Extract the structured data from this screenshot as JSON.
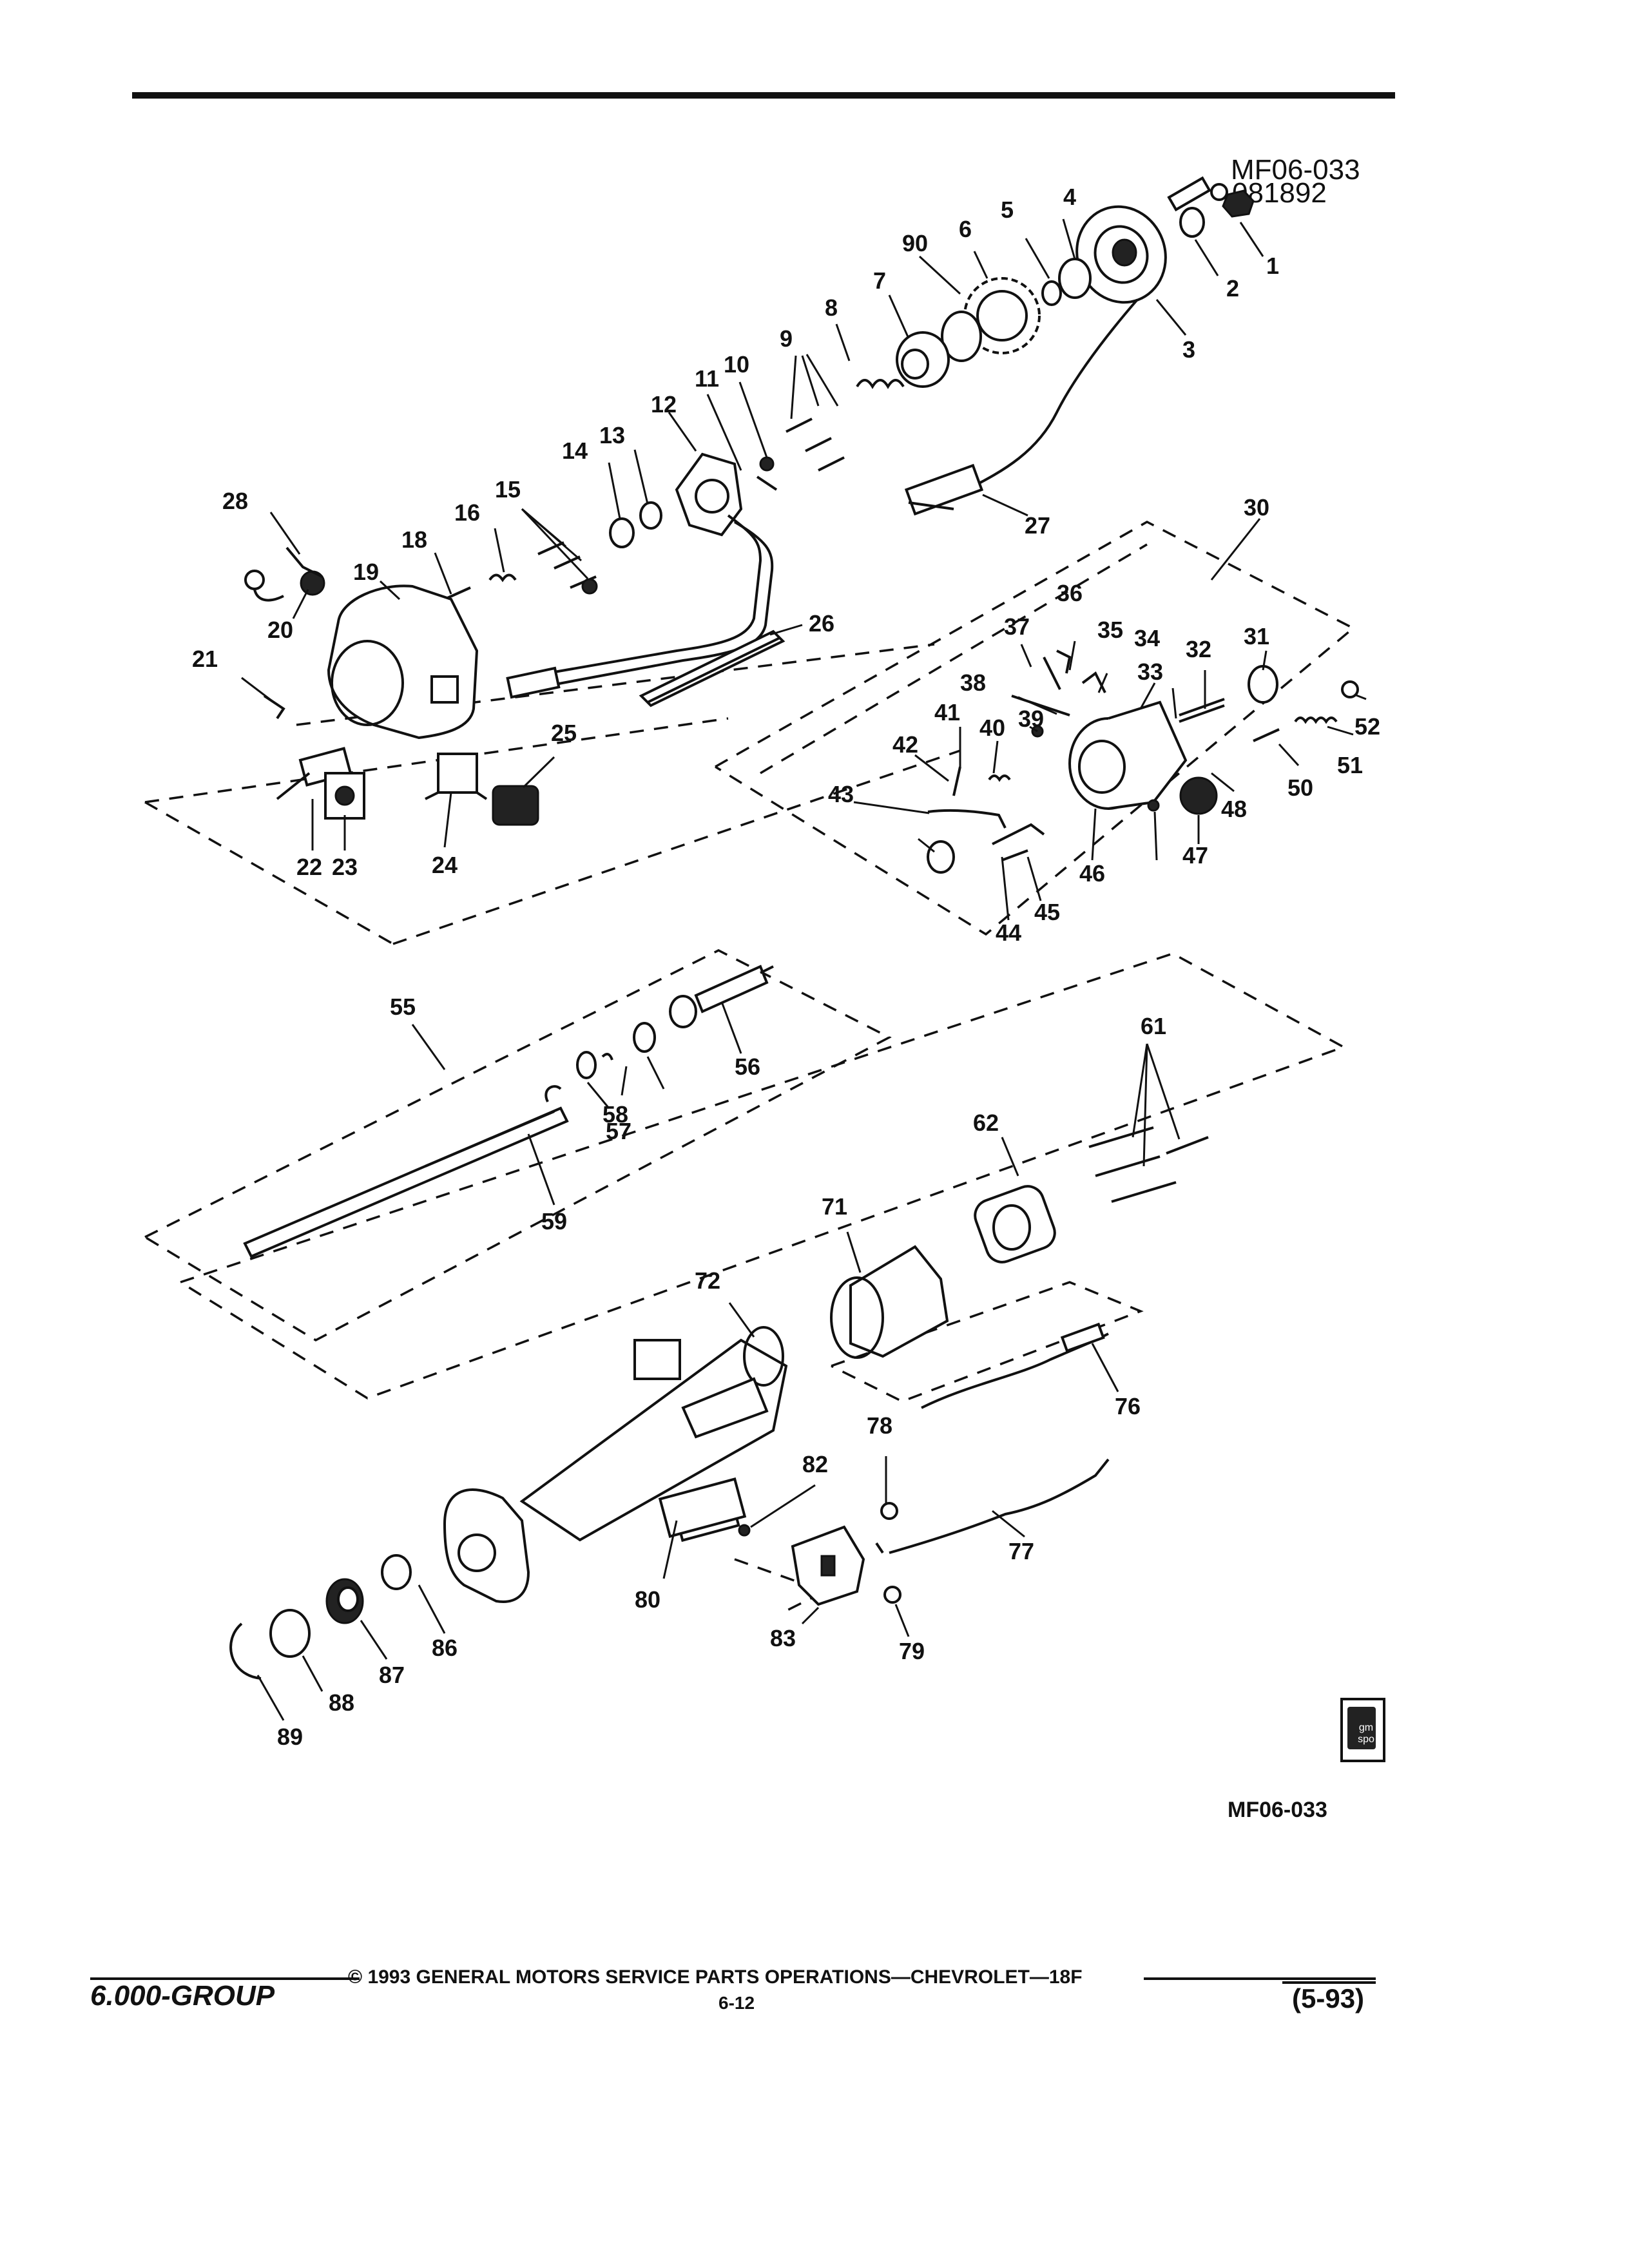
{
  "figure": {
    "code_top": "MF06-033",
    "date_code": "081892",
    "code_bottom": "MF06-033"
  },
  "callouts": [
    "1",
    "2",
    "3",
    "4",
    "5",
    "6",
    "7",
    "8",
    "9",
    "10",
    "11",
    "12",
    "13",
    "14",
    "15",
    "16",
    "18",
    "19",
    "20",
    "21",
    "22",
    "23",
    "24",
    "25",
    "26",
    "27",
    "28",
    "30",
    "31",
    "32",
    "33",
    "34",
    "35",
    "36",
    "37",
    "38",
    "39",
    "40",
    "41",
    "42",
    "43",
    "44",
    "45",
    "46",
    "47",
    "48",
    "50",
    "51",
    "52",
    "55",
    "56",
    "57",
    "58",
    "59",
    "61",
    "62",
    "71",
    "72",
    "76",
    "77",
    "78",
    "79",
    "80",
    "82",
    "83",
    "86",
    "87",
    "88",
    "89",
    "90"
  ],
  "logo": {
    "text": "gm spo"
  },
  "footer": {
    "group": "6.000-GROUP",
    "copyright": "© 1993 GENERAL MOTORS SERVICE PARTS OPERATIONS—CHEVROLET—18F",
    "page": "6-12",
    "date": "(5-93)"
  }
}
